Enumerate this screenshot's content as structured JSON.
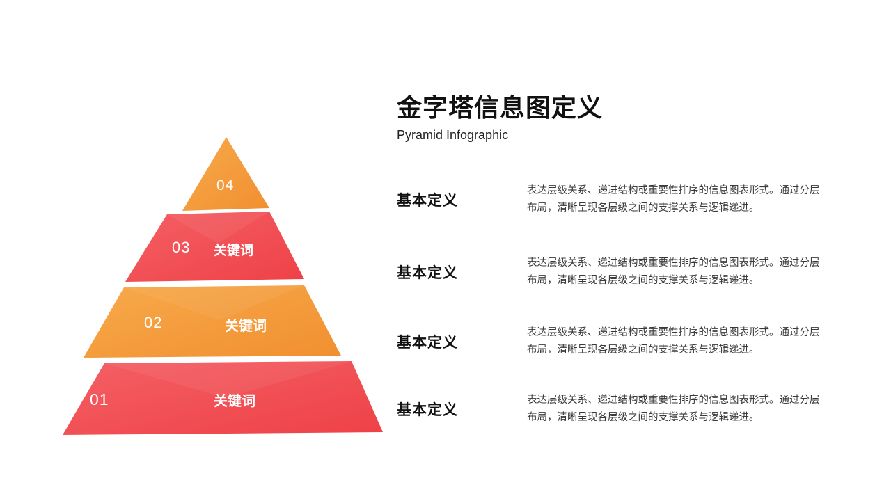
{
  "slide": {
    "title": "金字塔信息图定义",
    "subtitle": "Pyramid Infographic"
  },
  "pyramid": {
    "colors": {
      "red": "#F0484E",
      "red_light": "#F46065",
      "orange": "#F29334",
      "orange_light": "#F7AA4B"
    },
    "layers": [
      {
        "number": "04",
        "keyword": ""
      },
      {
        "number": "03",
        "keyword": "关键词"
      },
      {
        "number": "02",
        "keyword": "关键词"
      },
      {
        "number": "01",
        "keyword": "关键词"
      }
    ]
  },
  "rows": [
    {
      "label": "基本定义",
      "desc": "表达层级关系、递进结构或重要性排序的信息图表形式。通过分层布局，清晰呈现各层级之间的支撑关系与逻辑递进。"
    },
    {
      "label": "基本定义",
      "desc": "表达层级关系、递进结构或重要性排序的信息图表形式。通过分层布局，清晰呈现各层级之间的支撑关系与逻辑递进。"
    },
    {
      "label": "基本定义",
      "desc": "表达层级关系、递进结构或重要性排序的信息图表形式。通过分层布局，清晰呈现各层级之间的支撑关系与逻辑递进。"
    },
    {
      "label": "基本定义",
      "desc": "表达层级关系、递进结构或重要性排序的信息图表形式。通过分层布局，清晰呈现各层级之间的支撑关系与逻辑递进。"
    }
  ]
}
